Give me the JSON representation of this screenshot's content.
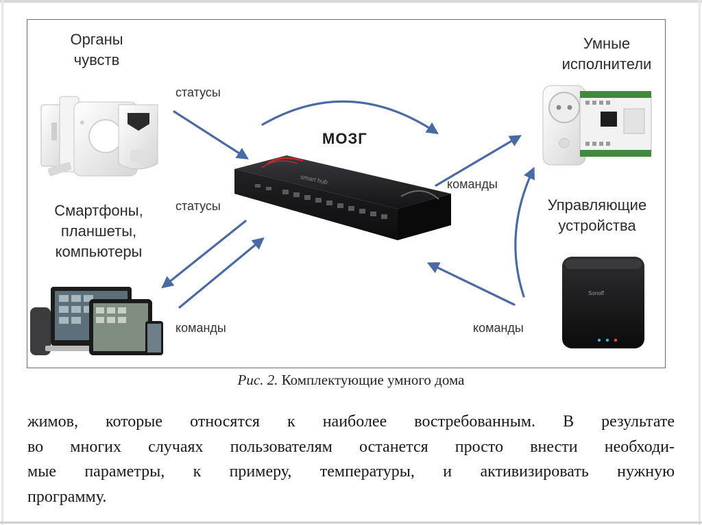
{
  "figure": {
    "labels": {
      "senses": [
        "Органы",
        "чувств"
      ],
      "actuators": [
        "Умные",
        "исполнители"
      ],
      "devices": [
        "Смартфоны,",
        "планшеты,",
        "компьютеры"
      ],
      "controllers": [
        "Управляющие",
        "устройства"
      ],
      "brain": "МОЗГ"
    },
    "edges": {
      "statuses_top": "статусы",
      "statuses_mid": "статусы",
      "commands_right_top": "команды",
      "commands_left_bottom": "команды",
      "commands_right_bottom": "команды"
    },
    "device_branding": {
      "controller_logo": "Sonoff"
    },
    "colors": {
      "arrow": "#4a6aa6",
      "hub_body": "#1b1b1d",
      "hub_accent": "#c0282c"
    }
  },
  "caption": {
    "fig_number": "Рис. 2.",
    "text": "Комплектующие умного дома"
  },
  "body": {
    "lines": [
      "жимов, которые относятся к наиболее востребованным. В результате",
      "во многих случаях пользователям останется просто внести необходи-",
      "мые параметры, к примеру, температуры, и активизировать нужную",
      "программу."
    ]
  }
}
